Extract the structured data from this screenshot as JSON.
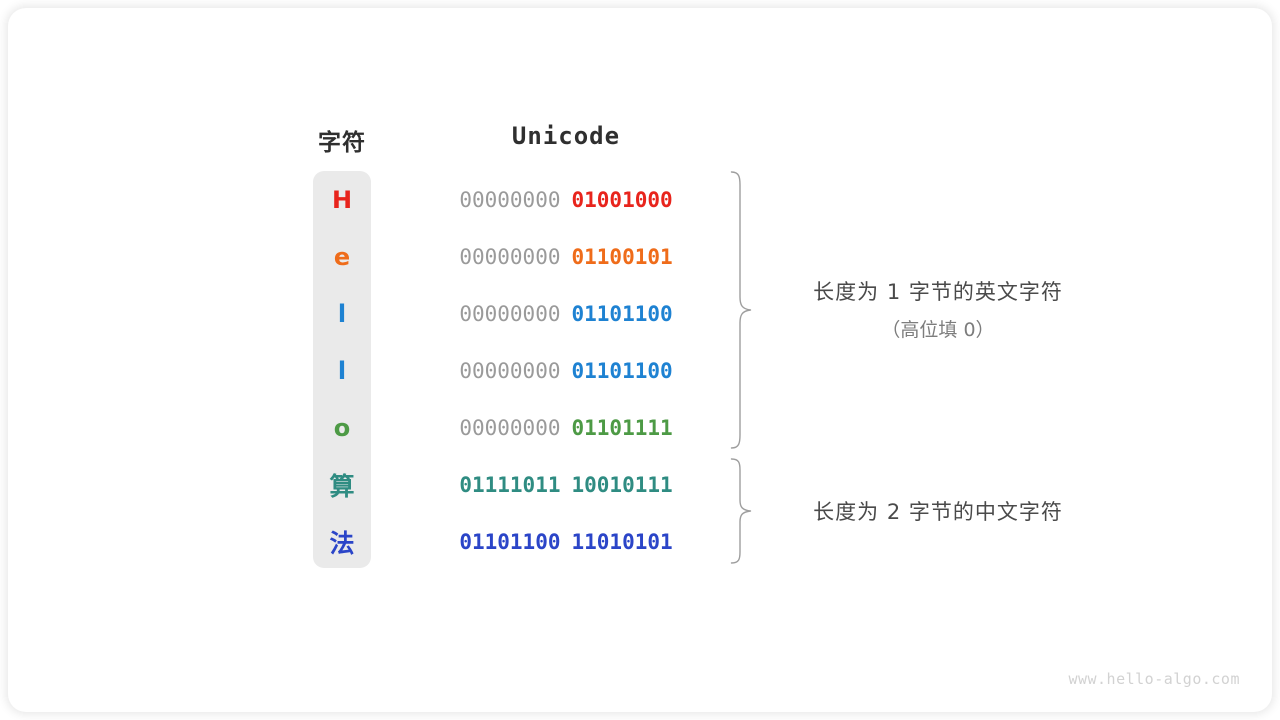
{
  "headers": {
    "char": "字符",
    "unicode": "Unicode"
  },
  "rows": [
    {
      "char": "H",
      "color": "#e8241c",
      "high_byte": "00000000",
      "low_byte": "01001000",
      "high_bold": false,
      "cjk": false
    },
    {
      "char": "e",
      "color": "#ef6c1a",
      "high_byte": "00000000",
      "low_byte": "01100101",
      "high_bold": false,
      "cjk": false
    },
    {
      "char": "l",
      "color": "#1e82d2",
      "high_byte": "00000000",
      "low_byte": "01101100",
      "high_bold": false,
      "cjk": false
    },
    {
      "char": "l",
      "color": "#1e82d2",
      "high_byte": "00000000",
      "low_byte": "01101100",
      "high_bold": false,
      "cjk": false
    },
    {
      "char": "o",
      "color": "#4d9a45",
      "high_byte": "00000000",
      "low_byte": "01101111",
      "high_bold": false,
      "cjk": false
    },
    {
      "char": "算",
      "color": "#2f8c82",
      "high_byte": "01111011",
      "low_byte": "10010111",
      "high_bold": true,
      "cjk": true
    },
    {
      "char": "法",
      "color": "#2b45c8",
      "high_byte": "01101100",
      "low_byte": "11010101",
      "high_bold": true,
      "cjk": true
    }
  ],
  "annotations": [
    {
      "main": "长度为 1 字节的英文字符",
      "sub": "（高位填 0）"
    },
    {
      "main": "长度为 2 字节的中文字符",
      "sub": ""
    }
  ],
  "watermark": "www.hello-algo.com",
  "colors": {
    "column_bg": "#eaeaea",
    "high_byte": "#9a9a9a",
    "text_dark": "#2f2f2f",
    "annotation": "#4a4a4a",
    "annotation_sub": "#7d7d7d",
    "brace": "#9e9e9e",
    "watermark": "#d2d2d2",
    "card_bg": "#ffffff"
  }
}
